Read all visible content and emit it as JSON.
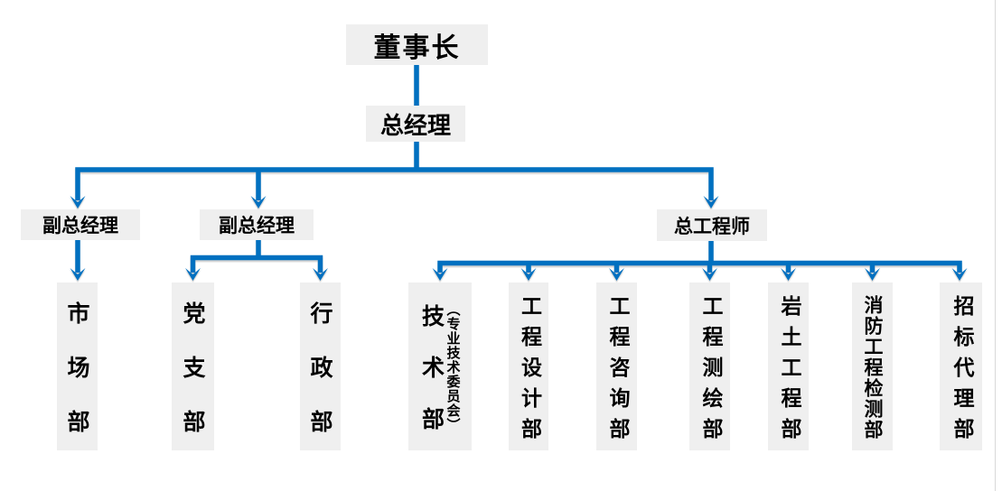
{
  "org_chart": {
    "title": "company-organization-chart",
    "colors": {
      "connector_blue": "#0070c0",
      "node_fill": "#efefef",
      "text": "#000000"
    },
    "root": {
      "label": "董事长"
    },
    "level2": {
      "label": "总经理"
    },
    "managers": [
      {
        "label": "副总经理"
      },
      {
        "label": "副总经理"
      },
      {
        "label": "总工程师"
      }
    ],
    "departments": [
      {
        "label": "市场部"
      },
      {
        "label": "党支部"
      },
      {
        "label": "行政部"
      },
      {
        "label": "技术部",
        "sublabel": "（专业技术委员会）"
      },
      {
        "label": "工程设计部"
      },
      {
        "label": "工程咨询部"
      },
      {
        "label": "工程测绘部"
      },
      {
        "label": "岩土工程部"
      },
      {
        "label": "消防工程检测部"
      },
      {
        "label": "招标代理部"
      }
    ]
  }
}
